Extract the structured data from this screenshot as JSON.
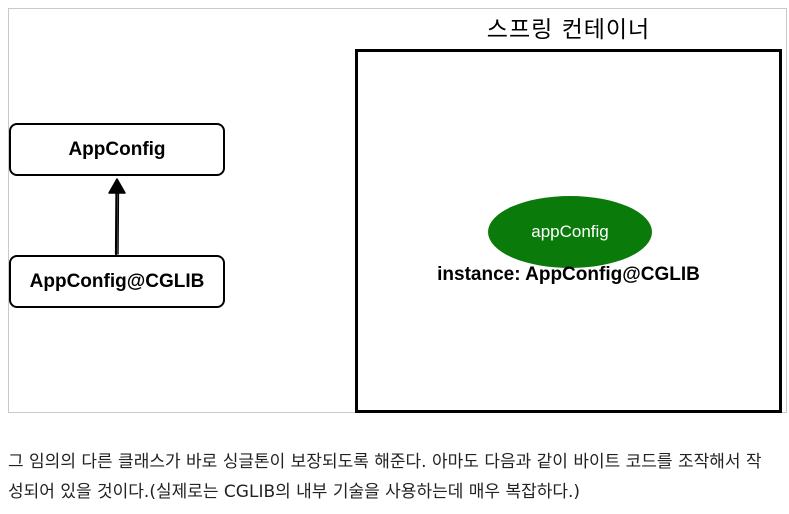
{
  "diagram": {
    "container_title": "스프링 컨테이너",
    "class_box_top": "AppConfig",
    "class_box_bottom": "AppConfig@CGLIB",
    "bean_label": "appConfig",
    "instance_label": "instance: AppConfig@CGLIB",
    "bean_color": "#0a7a0a"
  },
  "caption": {
    "line1": "그 임의의 다른 클래스가 바로 싱글톤이 보장되도록 해준다. 아마도 다음과 같이 바이트 코드를 조작해서 작",
    "line2": "성되어 있을 것이다.(실제로는 CGLIB의 내부 기술을 사용하는데 매우 복잡하다.)"
  }
}
